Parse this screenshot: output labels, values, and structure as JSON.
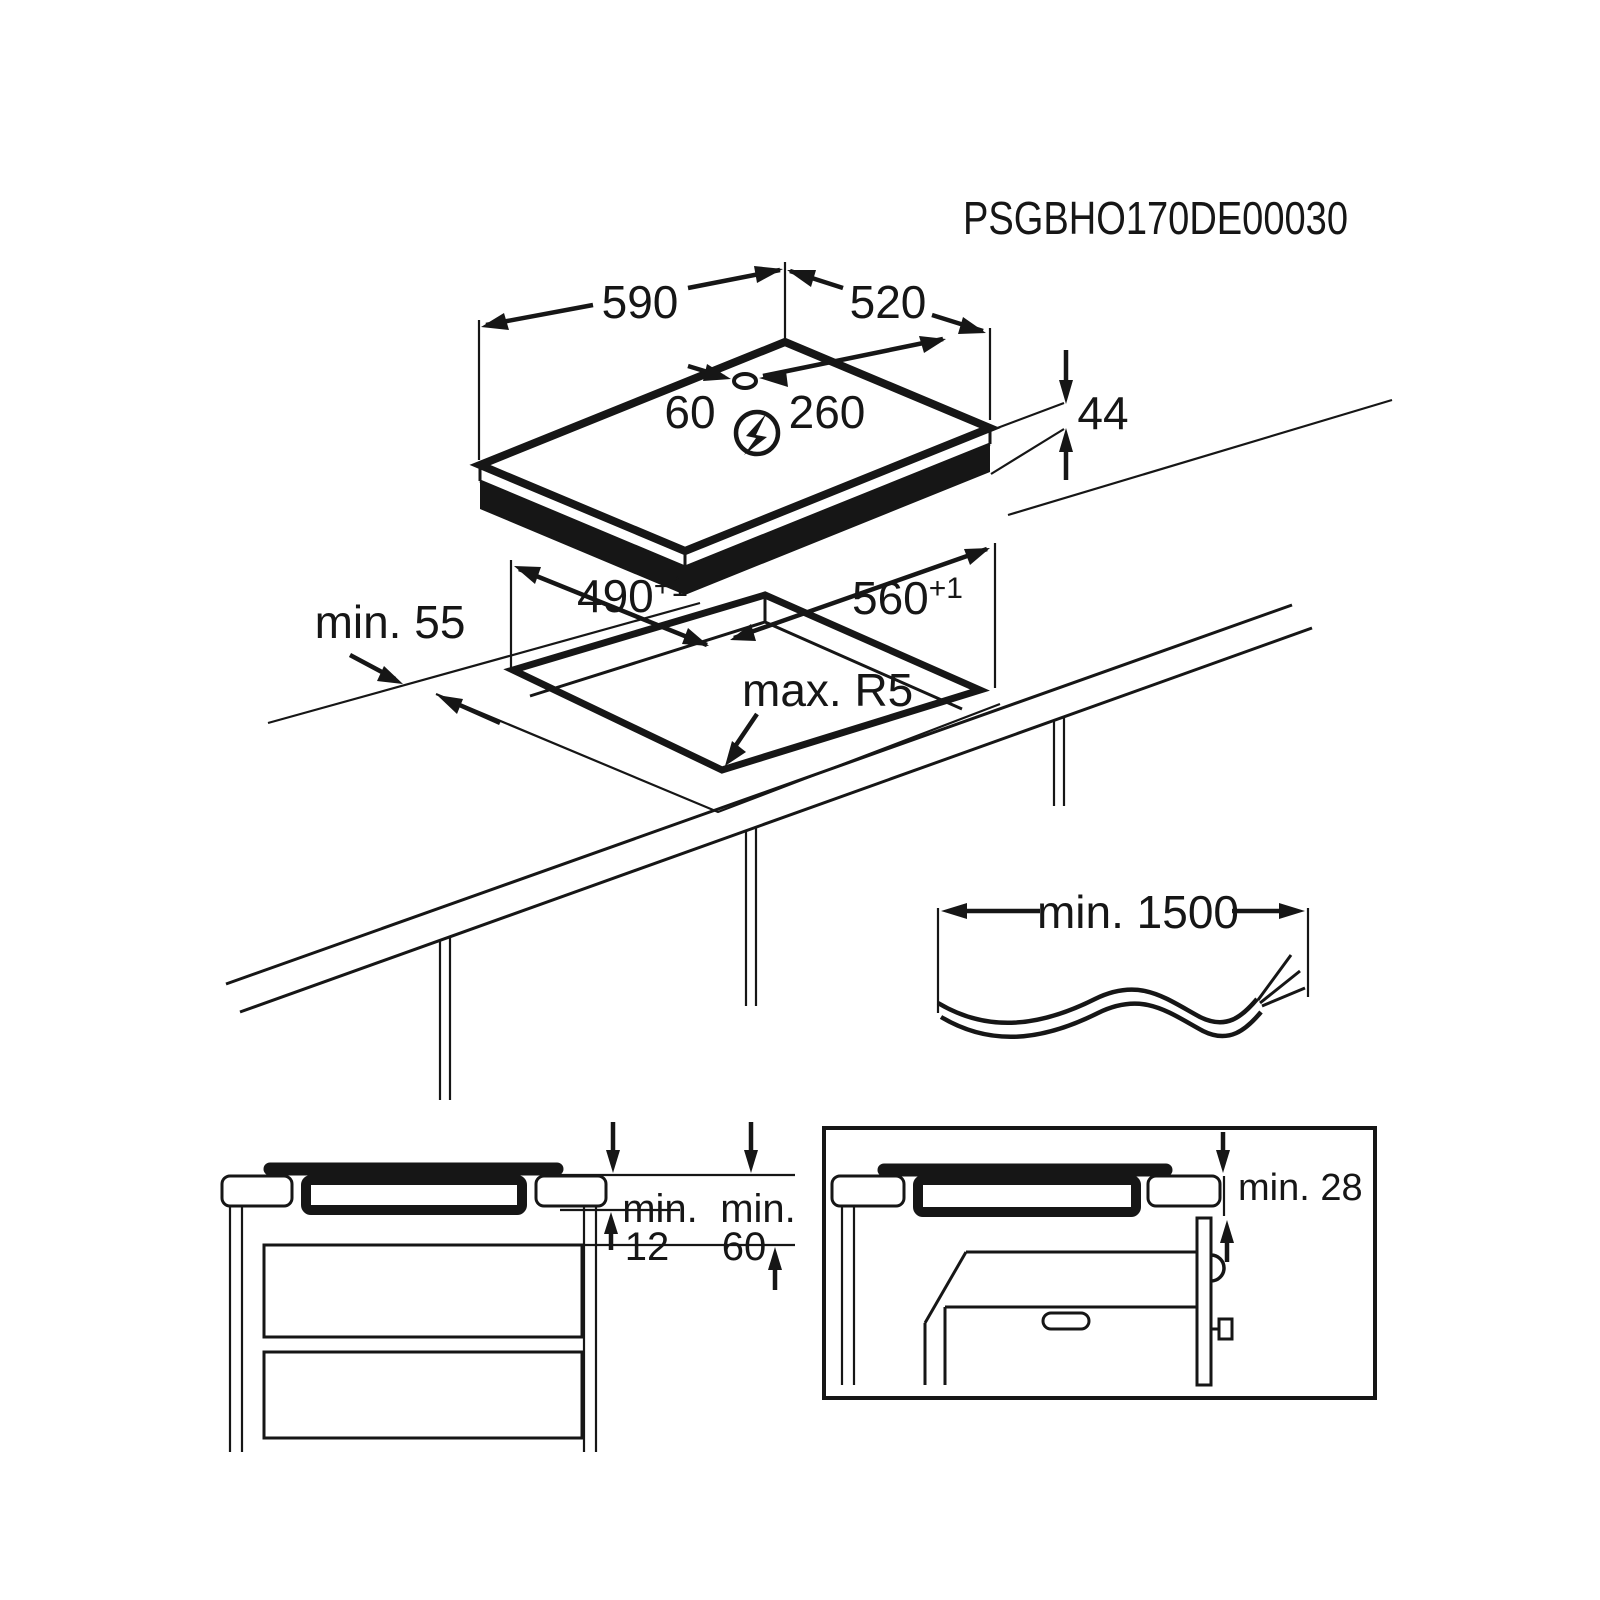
{
  "title": "PSGBHO170DE00030",
  "hob_top_view": {
    "width": "590",
    "depth": "520",
    "height": "44",
    "cable_gland_offset": "60",
    "cable_gland_span": "260",
    "electrical_icon": "lightning-bolt-in-circle"
  },
  "cutout_view": {
    "rear_clearance": "min. 55",
    "cutout_depth": "490",
    "cutout_depth_tolerance": "+1",
    "cutout_width": "560",
    "cutout_width_tolerance": "+1",
    "corner_radius": "max. R5"
  },
  "cable_view": {
    "cable_length": "min. 1500"
  },
  "drawer_section_view": {
    "worktop_thickness_prefix": "min.",
    "worktop_thickness_value": "12",
    "drawer_clearance_prefix": "min.",
    "drawer_clearance_value": "60"
  },
  "oven_section_view": {
    "oven_clearance": "min. 28"
  }
}
